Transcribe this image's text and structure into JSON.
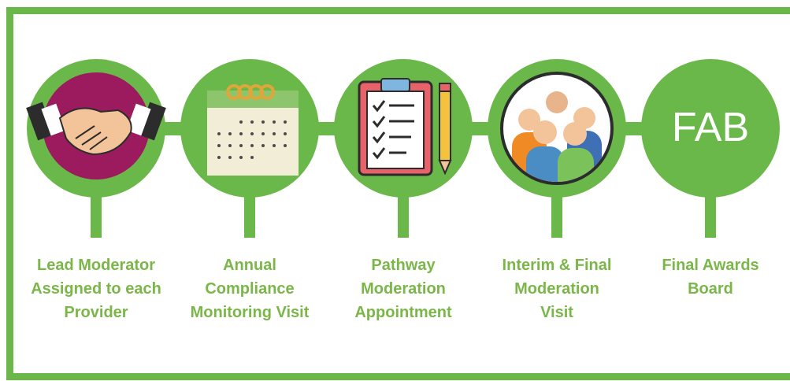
{
  "accent_color": "#6ab84a",
  "label_color": "#7ab648",
  "steps": [
    {
      "icon": "handshake-icon",
      "label": "Lead Moderator\nAssigned to each\nProvider"
    },
    {
      "icon": "calendar-icon",
      "label": "Annual\nCompliance\nMonitoring Visit"
    },
    {
      "icon": "clipboard-checklist-icon",
      "label": "Pathway\nModeration\nAppointment"
    },
    {
      "icon": "group-of-people-icon",
      "label": "Interim & Final\nModeration\nVisit"
    },
    {
      "icon": "fab-text-icon",
      "label": "Final Awards\nBoard",
      "badge": "FAB"
    }
  ]
}
